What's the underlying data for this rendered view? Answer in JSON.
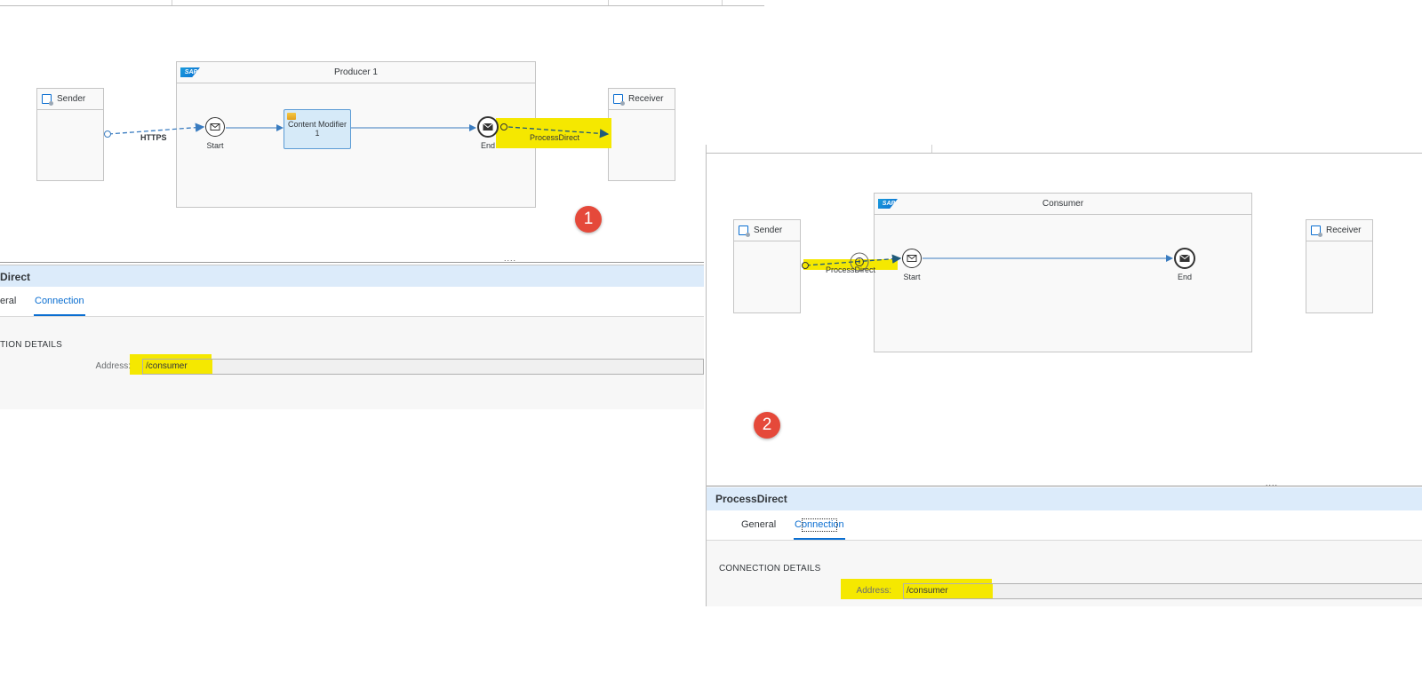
{
  "left": {
    "sender_label": "Sender",
    "receiver_label": "Receiver",
    "pool_title": "Producer 1",
    "start_label": "Start",
    "end_label": "End",
    "step_label_line1": "Content Modifier",
    "step_label_line2": "1",
    "inbound_adapter": "HTTPS",
    "outbound_adapter": "ProcessDirect",
    "badge": "1",
    "props_title": "Direct",
    "tab_general": "eral",
    "tab_connection": "Connection",
    "section_title": "TION DETAILS",
    "address_label": "Address:",
    "address_value": "/consumer"
  },
  "right": {
    "sender_label": "Sender",
    "receiver_label": "Receiver",
    "pool_title": "Consumer",
    "start_label": "Start",
    "end_label": "End",
    "inbound_adapter": "ProcessDirect",
    "badge": "2",
    "props_title": "ProcessDirect",
    "tab_general": "General",
    "tab_connection": "Connection",
    "section_title": "CONNECTION DETAILS",
    "address_label": "Address:",
    "address_value": "/consumer"
  },
  "splitter_handle": "....",
  "colors": {
    "highlight": "#f5e800",
    "accent": "#0a6ed1",
    "badge": "#e5493a",
    "props_header": "#dcebfa",
    "step_fill": "#d6eaf8"
  }
}
